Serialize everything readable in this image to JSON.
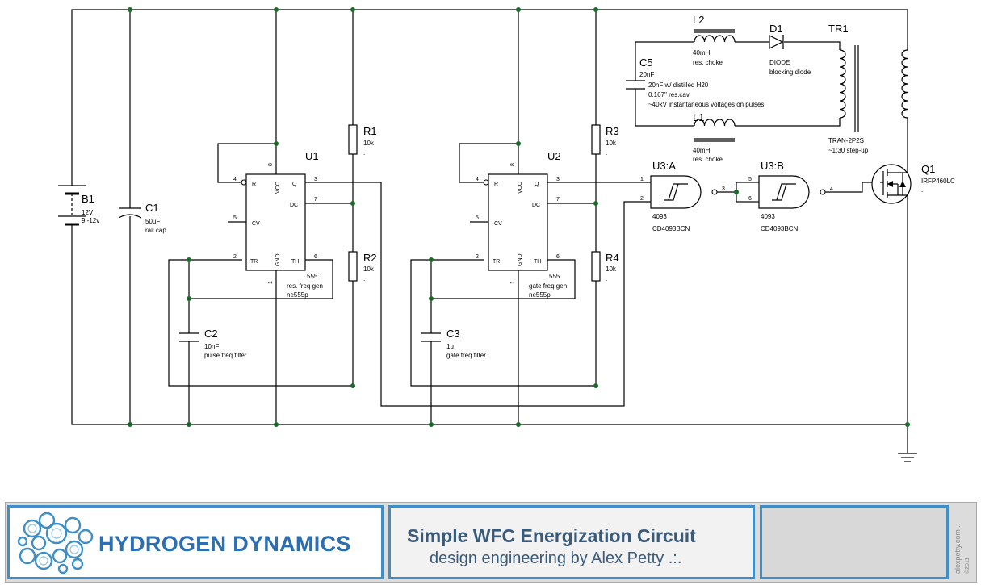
{
  "schematic": {
    "B1": {
      "ref": "B1",
      "value": "12V",
      "note": "9 -12v"
    },
    "C1": {
      "ref": "C1",
      "value": "50uF",
      "note": "rail cap"
    },
    "C2": {
      "ref": "C2",
      "value": "10nF",
      "note": "pulse freq filter"
    },
    "C3": {
      "ref": "C3",
      "value": "1u",
      "note": "gate freq filter"
    },
    "C5": {
      "ref": "C5",
      "value": "20nF",
      "notes": [
        "20nF w/ distilled H20",
        "0.167\" res.cav.",
        "~40kV instantaneous voltages on pulses"
      ]
    },
    "R1": {
      "ref": "R1",
      "value": "10k",
      "dot": "."
    },
    "R2": {
      "ref": "R2",
      "value": "10k",
      "dot": "."
    },
    "R3": {
      "ref": "R3",
      "value": "10k",
      "dot": "."
    },
    "R4": {
      "ref": "R4",
      "value": "10k",
      "dot": "."
    },
    "U1": {
      "ref": "U1",
      "part": "555",
      "name": "res. freq gen",
      "model": "ne555p"
    },
    "U2": {
      "ref": "U2",
      "part": "555",
      "name": "gate freq gen",
      "model": "ne555p"
    },
    "U3A": {
      "ref": "U3:A",
      "part": "4093",
      "model": "CD4093BCN"
    },
    "U3B": {
      "ref": "U3:B",
      "part": "4093",
      "model": "CD4093BCN"
    },
    "L1": {
      "ref": "L1",
      "value": "40mH",
      "note": "res. choke"
    },
    "L2": {
      "ref": "L2",
      "value": "40mH",
      "note": "res. choke"
    },
    "D1": {
      "ref": "D1",
      "value": "DIODE",
      "note": "blocking diode"
    },
    "TR1": {
      "ref": "TR1",
      "value": "TRAN-2P2S",
      "note": "~1:30 step-up"
    },
    "Q1": {
      "ref": "Q1",
      "value": "IRFP460LC",
      "dot": "."
    },
    "pins555": {
      "R": "R",
      "VCC": "VCC",
      "Q": "Q",
      "DC": "DC",
      "CV": "CV",
      "TR": "TR",
      "GND": "GND",
      "TH": "TH"
    },
    "pinNums": {
      "p1": "1",
      "p2": "2",
      "p3": "3",
      "p4": "4",
      "p5": "5",
      "p6": "6",
      "p7": "7",
      "p8": "8"
    }
  },
  "title_block": {
    "brand": "HYDROGEN DYNAMICS",
    "title": "Simple WFC Energization Circuit",
    "subtitle": "design engineering by Alex Petty .:.",
    "credit_site": "alexpetty.com .:",
    "credit_year": "©2011"
  },
  "colors": {
    "frame": "#3f8fc6",
    "brand": "#2b6fb2",
    "title": "#3a5a7a",
    "junction": "#1a6a2a"
  }
}
